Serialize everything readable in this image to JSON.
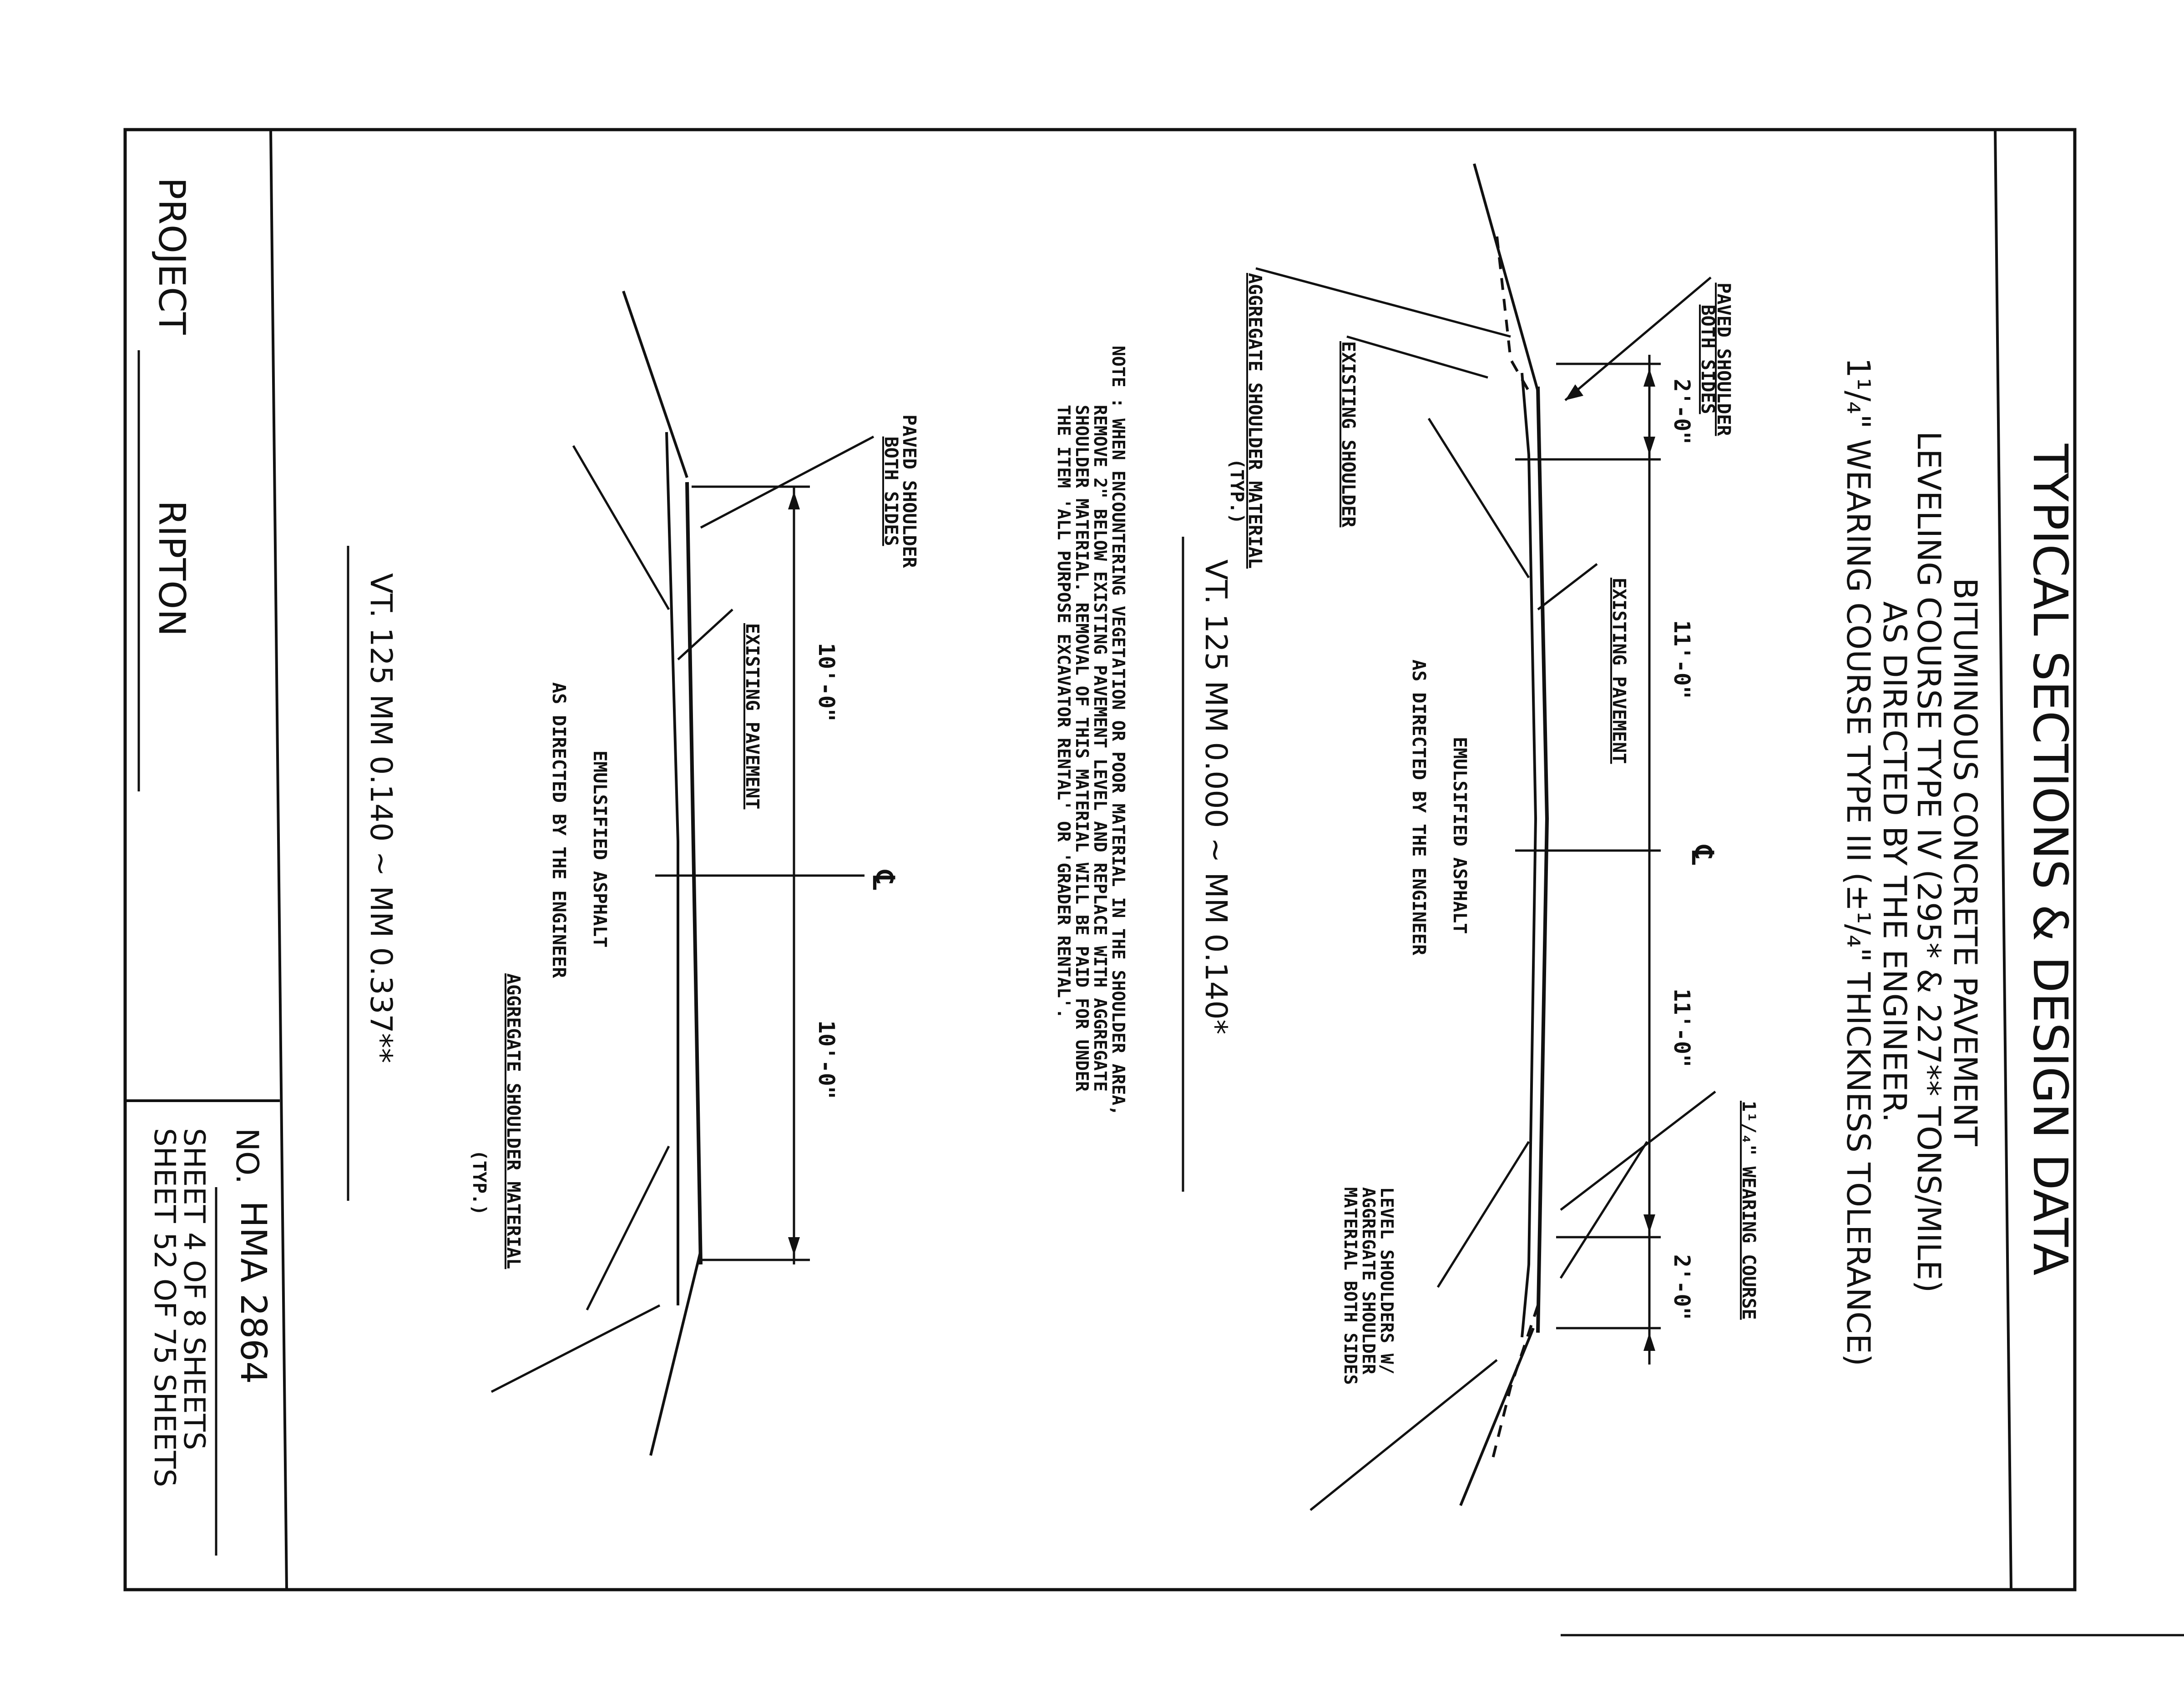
{
  "title": "TYPICAL SECTIONS & DESIGN DATA",
  "spec": {
    "line1": "BITUMINOUS CONCRETE PAVEMENT",
    "line2": "LEVELING COURSE TYPE IV (295* & 227** TONS/MILE)",
    "line3": "AS DIRECTED BY THE ENGINEER.",
    "line4": "1¹/₄\" WEARING COURSE TYPE III (±¹/₄\" THICKNESS TOLERANCE)"
  },
  "section1": {
    "paved_shoulder_1": "PAVED SHOULDER",
    "paved_shoulder_2": "BOTH SIDES",
    "existing_shoulder": "EXISTING SHOULDER",
    "aggregate_1": "AGGREGATE SHOULDER MATERIAL",
    "aggregate_2": "(TYP.)",
    "existing_pavement": "EXISTING PAVEMENT",
    "emulsified_1": "EMULSIFIED ASPHALT",
    "emulsified_2": "AS DIRECTED BY THE ENGINEER",
    "wearing_course": "1¹/₄\" WEARING COURSE",
    "level_1": "LEVEL SHOULDERS W/",
    "level_2": "AGGREGATE SHOULDER",
    "level_3": "MATERIAL BOTH SIDES",
    "dim_shoulder_left": "2'-0\"",
    "dim_lane_left": "11'-0\"",
    "dim_lane_right": "11'-0\"",
    "dim_shoulder_right": "2'-0\"",
    "centerline": "℄",
    "caption": "VT. 125   MM 0.000 ~ MM 0.140*"
  },
  "note": {
    "line1": "NOTE : WHEN ENCOUNTERING VEGETATION OR POOR MATERIAL IN THE SHOULDER AREA,",
    "line2": "REMOVE 2\" BELOW EXISTING PAVEMENT LEVEL AND REPLACE WITH AGGREGATE",
    "line3": "SHOULDER MATERIAL. REMOVAL OF THIS MATERIAL WILL BE PAID FOR UNDER",
    "line4": "THE ITEM 'ALL PURPOSE EXCAVATOR RENTAL' OR 'GRADER RENTAL'."
  },
  "section2": {
    "paved_shoulder_1": "PAVED SHOULDER",
    "paved_shoulder_2": "BOTH SIDES",
    "existing_pavement": "EXISTING PAVEMENT",
    "emulsified_1": "EMULSIFIED ASPHALT",
    "emulsified_2": "AS DIRECTED BY THE ENGINEER",
    "aggregate_1": "AGGREGATE SHOULDER MATERIAL",
    "aggregate_2": "(TYP.)",
    "dim_left": "10'-0\"",
    "dim_right": "10'-0\"",
    "centerline": "℄",
    "caption": "VT. 125   MM 0.140 ~ MM 0.337**"
  },
  "title_block": {
    "project_label": "PROJECT",
    "project_name": "RIPTON",
    "no_label": "NO.",
    "no_value": "HMA 2864",
    "sheet_line1": "SHEET 4 OF 8 SHEETS",
    "sheet_line2": "SHEET 52 OF 75 SHEETS"
  }
}
